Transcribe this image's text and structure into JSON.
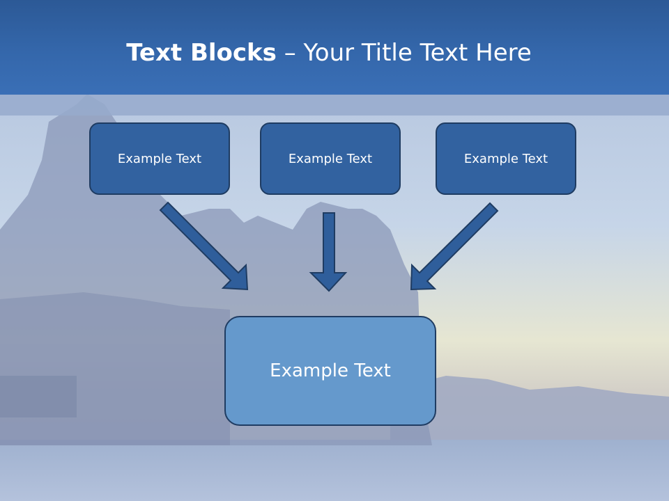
{
  "title": {
    "bold": "Text Blocks",
    "dash": " – ",
    "rest": "Your Title Text Here"
  },
  "boxes": [
    {
      "label": "Example Text"
    },
    {
      "label": "Example Text"
    },
    {
      "label": "Example Text"
    }
  ],
  "target_box": {
    "label": "Example Text"
  },
  "colors": {
    "title_bar": "#3467ab",
    "box_fill": "#3262a0",
    "target_fill": "#6599cc",
    "border": "#1f3c62",
    "arrow": "#2f5e9b"
  }
}
